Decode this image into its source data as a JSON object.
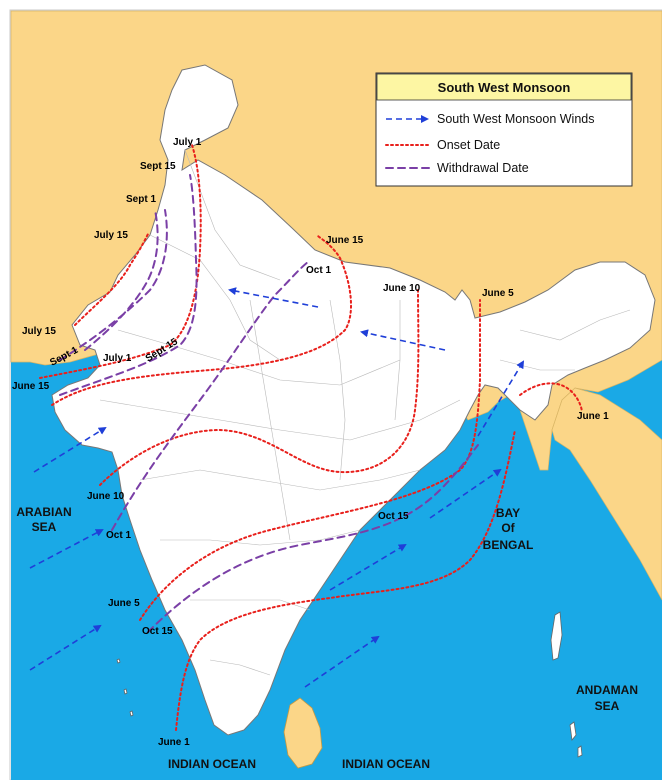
{
  "colors": {
    "sea": "#1aa9e6",
    "land_neighbors": "#fbd688",
    "india": "#ffffff",
    "onset_line": "#e8201c",
    "withdrawal_line": "#7a3fa6",
    "wind_arrow": "#1f3fd8",
    "legend_header": "#fdf6a3",
    "frame": "#c8c8c8"
  },
  "legend": {
    "title": "South West Monsoon",
    "items": [
      {
        "key": "winds",
        "label": "South West Monsoon Winds",
        "icon": "dashed-blue-arrow-icon"
      },
      {
        "key": "onset",
        "label": "Onset Date",
        "icon": "red-dotted-line-icon"
      },
      {
        "key": "withdrawal",
        "label": "Withdrawal Date",
        "icon": "purple-dashed-line-icon"
      }
    ]
  },
  "seas": {
    "arabian_1": "ARABIAN",
    "arabian_2": "SEA",
    "bay_1": "BAY",
    "bay_2": "Of",
    "bay_3": "BENGAL",
    "andaman_1": "ANDAMAN",
    "andaman_2": "SEA",
    "indian_ocean_w": "INDIAN OCEAN",
    "indian_ocean_e": "INDIAN OCEAN"
  },
  "onset_labels": {
    "june1_s": "June 1",
    "june1_ne": "June 1",
    "june5_w": "June 5",
    "june5_e": "June 5",
    "june10_w": "June 10",
    "june10_e": "June 10",
    "june15_w": "June 15",
    "june15_n": "June 15",
    "july1_nw": "July 1",
    "july1_n": "July 1",
    "july15_a": "July 15",
    "july15_b": "July 15"
  },
  "withdrawal_labels": {
    "sept1_a": "Sept 1",
    "sept1_b": "Sept 1",
    "sept15_a": "Sept 15",
    "sept15_b": "Sept 15",
    "oct1_a": "Oct 1",
    "oct1_b": "Oct 1",
    "oct15_a": "Oct 15",
    "oct15_b": "Oct 15"
  }
}
